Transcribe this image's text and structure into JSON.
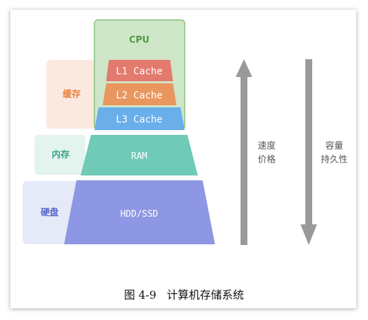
{
  "levels": {
    "cpu": {
      "label": "CPU",
      "fill": "#cfe6c8",
      "stroke": "#84c07a",
      "text": "#4e9a43"
    },
    "l1": {
      "label": "L1 Cache",
      "fill": "#e37a6e",
      "text": "#ffffff"
    },
    "l2": {
      "label": "L2 Cache",
      "fill": "#e9975f",
      "text": "#ffffff"
    },
    "l3": {
      "label": "L3 Cache",
      "fill": "#6aaeea",
      "text": "#ffffff"
    },
    "ram": {
      "label": "RAM",
      "fill": "#6fcab7",
      "text": "#ffffff"
    },
    "disk": {
      "label": "HDD/SSD",
      "fill": "#8d97e3",
      "text": "#ffffff"
    }
  },
  "groups": {
    "cache": {
      "label": "缓存",
      "bg": "#fbe9df",
      "text": "#e97f3d"
    },
    "memory": {
      "label": "内存",
      "bg": "#e3f3ee",
      "text": "#3aa189"
    },
    "disk": {
      "label": "硬盘",
      "bg": "#e6e9f8",
      "text": "#5566cc"
    }
  },
  "arrows": {
    "up": {
      "line1": "速度",
      "line2": "价格",
      "direction": "up"
    },
    "down": {
      "line1": "容量",
      "line2": "持久性",
      "direction": "down"
    },
    "color": "#9a9a9a",
    "label_color": "#555555"
  },
  "caption": "图 4-9   计算机存储系统"
}
